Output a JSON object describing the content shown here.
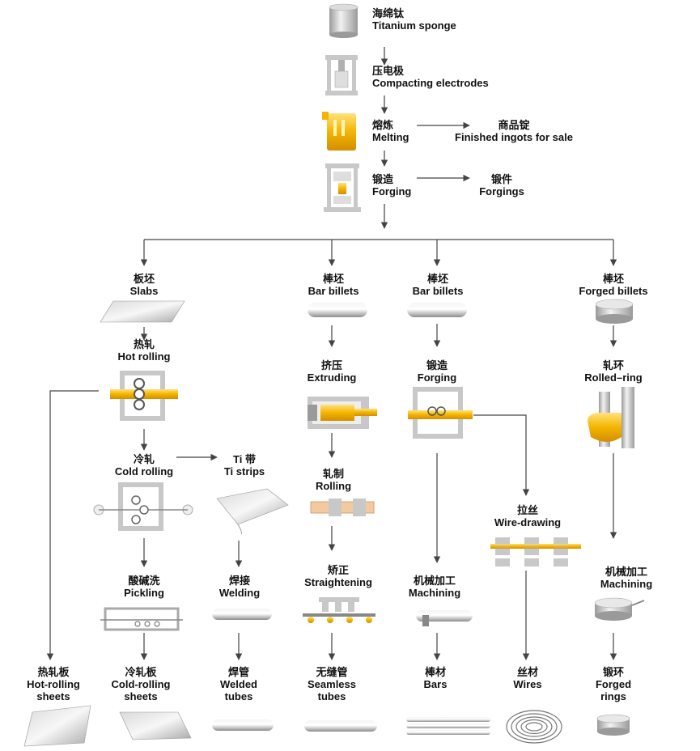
{
  "nodes": {
    "titanium_sponge": {
      "zh": "海绵钛",
      "en": "Titanium sponge"
    },
    "compacting": {
      "zh": "压电极",
      "en": "Compacting  electrodes"
    },
    "melting": {
      "zh": "熔炼",
      "en": "Melting"
    },
    "ingots": {
      "zh": "商品锭",
      "en": "Finished  ingots  for  sale"
    },
    "forging_top": {
      "zh": "锻造",
      "en": "Forging"
    },
    "forgings": {
      "zh": "锻件",
      "en": "Forgings"
    },
    "slabs": {
      "zh": "板坯",
      "en": "Slabs"
    },
    "bar_billets_1": {
      "zh": "棒坯",
      "en": "Bar  billets"
    },
    "bar_billets_2": {
      "zh": "棒坯",
      "en": "Bar  billets"
    },
    "forged_billets": {
      "zh": "棒坯",
      "en": "Forged  billets"
    },
    "hot_rolling": {
      "zh": "热轧",
      "en": "Hot  rolling"
    },
    "extruding": {
      "zh": "挤压",
      "en": "Extruding"
    },
    "forging_bar": {
      "zh": "锻造",
      "en": "Forging"
    },
    "rolled_ring": {
      "zh": "轧环",
      "en": "Rolled–ring"
    },
    "cold_rolling": {
      "zh": "冷轧",
      "en": "Cold  rolling"
    },
    "ti_strips": {
      "zh": "Ti 带",
      "en": "Ti strips"
    },
    "rolling": {
      "zh": "轧制",
      "en": "Rolling"
    },
    "wire_drawing": {
      "zh": "拉丝",
      "en": "Wire-drawing"
    },
    "pickling": {
      "zh": "酸碱洗",
      "en": "Pickling"
    },
    "welding": {
      "zh": "焊接",
      "en": "Welding"
    },
    "straightening": {
      "zh": "矫正",
      "en": "Straightening"
    },
    "machining_bar": {
      "zh": "机械加工",
      "en": "Machining"
    },
    "machining_ring": {
      "zh": "机械加工",
      "en": "Machining"
    },
    "hot_rolling_sheets": {
      "zh": "热轧板",
      "en1": "Hot-rolling",
      "en2": "sheets"
    },
    "cold_rolling_sheets": {
      "zh": "冷轧板",
      "en1": "Cold-rolling",
      "en2": "sheets"
    },
    "welded_tubes": {
      "zh": "焊管",
      "en1": "Welded",
      "en2": "tubes"
    },
    "seamless_tubes": {
      "zh": "无缝管",
      "en1": "Seamless",
      "en2": "tubes"
    },
    "bars": {
      "zh": "棒材",
      "en": "Bars"
    },
    "wires": {
      "zh": "丝材",
      "en": "Wires"
    },
    "forged_rings": {
      "zh": "锻环",
      "en1": "Forged",
      "en2": "rings"
    }
  },
  "colors": {
    "arrow": "#444444",
    "metal_light": "#e8e8e8",
    "metal_dark": "#9a9a9a",
    "gold": "#f4b400",
    "gold_light": "#ffd84a",
    "frame": "#b8b8b8"
  }
}
